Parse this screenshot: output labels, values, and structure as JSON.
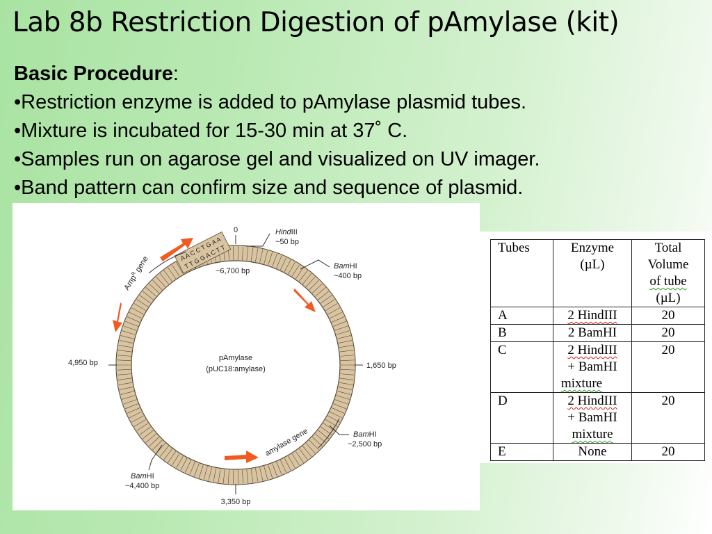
{
  "slide": {
    "title": "Lab 8b Restriction Digestion of pAmylase (kit)"
  },
  "procedure": {
    "heading": "Basic Procedure",
    "heading_suffix": ":",
    "bullets": [
      "•Restriction enzyme is added to pAmylase plasmid tubes.",
      "•Mixture is incubated for 15-30 min at 37˚ C.",
      "•Samples run on agarose gel and visualized on UV imager.",
      "•Band pattern can confirm size and sequence of plasmid."
    ]
  },
  "plasmid_map": {
    "center_title": "pAmylase",
    "center_subtitle": "(pUC18:amylase)",
    "labels": {
      "zero": "0",
      "hind_enzyme": "Hind",
      "hind_suffix": "III",
      "hind_pos": "~50 bp",
      "bam_enzyme": "Bam",
      "bam_suffix": "HI",
      "bam1_pos": "~400 bp",
      "bam2_pos": "~2,500 bp",
      "bam3_pos": "~4,400 bp",
      "pos_1650": "1,650 bp",
      "pos_3350": "3,350 bp",
      "pos_4950": "4,950 bp",
      "pos_6700": "~6,700 bp",
      "ampr_gene": "Amp",
      "ampr_sup": "R",
      "ampr_suffix": " gene",
      "amylase_gene": "amylase gene",
      "seq_top": "A A C C T G A A",
      "seq_bottom": "T T G G A C T T"
    },
    "colors": {
      "ring_fill": "#d9c4a2",
      "ring_stroke": "#5a4a38",
      "arrow": "#f25a1f"
    }
  },
  "tubes_table": {
    "headers": {
      "tube": "Tubes",
      "enzyme_line1": "Enzyme",
      "enzyme_line2": "(µL)",
      "total_line1": "Total",
      "total_line2": "Volume",
      "total_line3": "of tube",
      "total_line4": "(µL)"
    },
    "rows": [
      {
        "tube": "A",
        "enzyme_line1": "2 HindIII",
        "enzyme_line2": "",
        "enzyme_line3": "",
        "total": "20"
      },
      {
        "tube": "B",
        "enzyme_line1": "2 BamHI",
        "enzyme_line2": "",
        "enzyme_line3": "",
        "total": "20"
      },
      {
        "tube": "C",
        "enzyme_line1": "2 HindIII",
        "enzyme_line2": "+ BamHI",
        "enzyme_line3": "mixture",
        "total": "20"
      },
      {
        "tube": "D",
        "enzyme_line1": "2 HindIII",
        "enzyme_line2": "+ BamHI",
        "enzyme_line3": "mixture",
        "total": "20"
      },
      {
        "tube": "E",
        "enzyme_line1": "None",
        "enzyme_line2": "",
        "enzyme_line3": "",
        "total": "20"
      }
    ]
  }
}
